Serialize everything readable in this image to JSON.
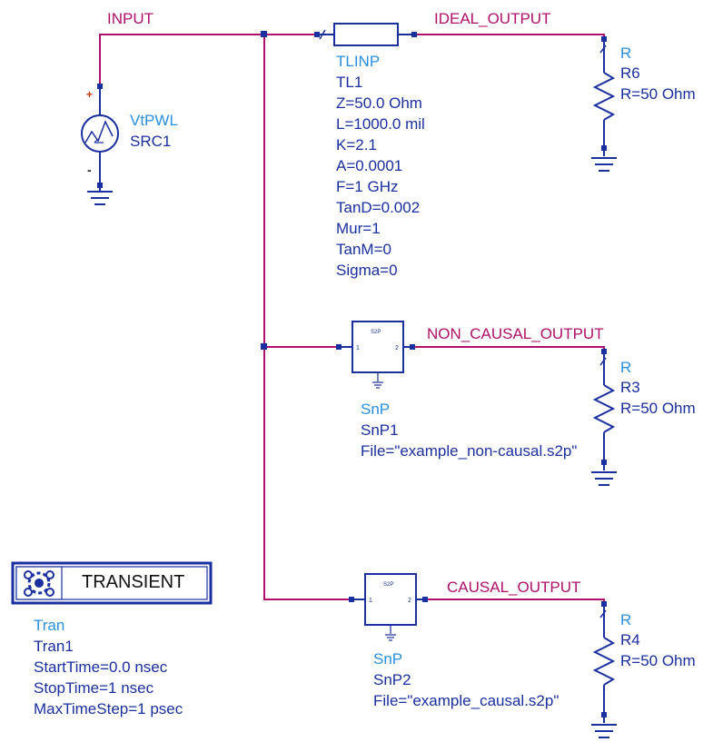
{
  "nets": {
    "input": "INPUT",
    "ideal_output": "IDEAL_OUTPUT",
    "non_causal_output": "NON_CAUSAL_OUTPUT",
    "causal_output": "CAUSAL_OUTPUT"
  },
  "source": {
    "type": "VtPWL",
    "name": "SRC1",
    "plus": "+",
    "minus": "-"
  },
  "tline": {
    "type": "TLINP",
    "name": "TL1",
    "params": [
      "Z=50.0 Ohm",
      "L=1000.0 mil",
      "K=2.1",
      "A=0.0001",
      "F=1 GHz",
      "TanD=0.002",
      "Mur=1",
      "TanM=0",
      "Sigma=0"
    ]
  },
  "snp1": {
    "block_label": "S2P",
    "pin1": "1",
    "pin2": "2",
    "type": "SnP",
    "name": "SnP1",
    "file": "File=\"example_non-causal.s2p\""
  },
  "snp2": {
    "block_label": "S2P",
    "pin1": "1",
    "pin2": "2",
    "type": "SnP",
    "name": "SnP2",
    "file": "File=\"example_causal.s2p\""
  },
  "r6": {
    "type": "R",
    "name": "R6",
    "value": "R=50 Ohm"
  },
  "r3": {
    "type": "R",
    "name": "R3",
    "value": "R=50 Ohm"
  },
  "r4": {
    "type": "R",
    "name": "R4",
    "value": "R=50 Ohm"
  },
  "transient": {
    "title": "TRANSIENT",
    "type": "Tran",
    "name": "Tran1",
    "params": [
      "StartTime=0.0 nsec",
      "StopTime=1 nsec",
      "MaxTimeStep=1 psec"
    ]
  },
  "icons": {
    "source_symbol": "pwl-voltage-source-icon",
    "ground_symbol": "ground-icon",
    "resistor_symbol": "resistor-icon",
    "simulation_symbol": "gear-cluster-icon"
  },
  "colors": {
    "wire": "#b0106a",
    "component": "#1a2fa0",
    "type_label": "#2a8fe0"
  }
}
